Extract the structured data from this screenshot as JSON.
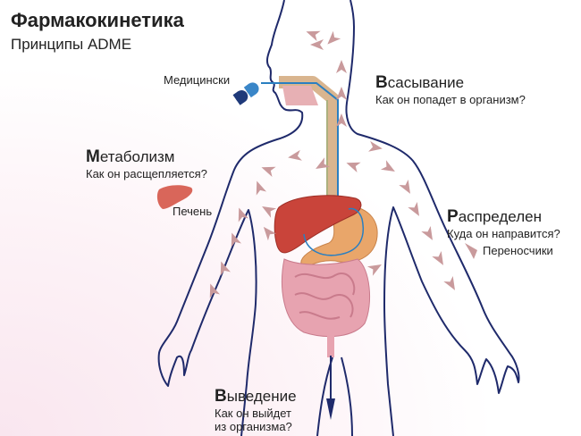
{
  "title": "Фармакокинетика",
  "subtitle": "Принципы ADME",
  "labels": {
    "drugs": "Медицински",
    "liver": "Печень",
    "carriers": "Переносчики"
  },
  "sections": {
    "absorption": {
      "initial": "В",
      "rest": "сасывание",
      "question": "Как он попадет в организм?"
    },
    "metabolism": {
      "initial": "М",
      "rest": "етаболизм",
      "question": "Как он расщепляется?"
    },
    "distribution": {
      "initial": "Р",
      "rest": "аспределен",
      "question": "Куда он направится?"
    },
    "excretion": {
      "initial": "В",
      "rest": "ыведение",
      "question_line1": "Как он выйдет",
      "question_line2": "из организма?"
    }
  },
  "colors": {
    "outline": "#1f2a6b",
    "arrow": "#c99a9c",
    "liver": "#c9443a",
    "stomach": "#e9a66a",
    "intestine": "#e7a3b0",
    "pill_light": "#3a86c8",
    "pill_dark": "#1f3a7a",
    "tube": "#d9b58f",
    "vessel": "#2a7fc1"
  }
}
